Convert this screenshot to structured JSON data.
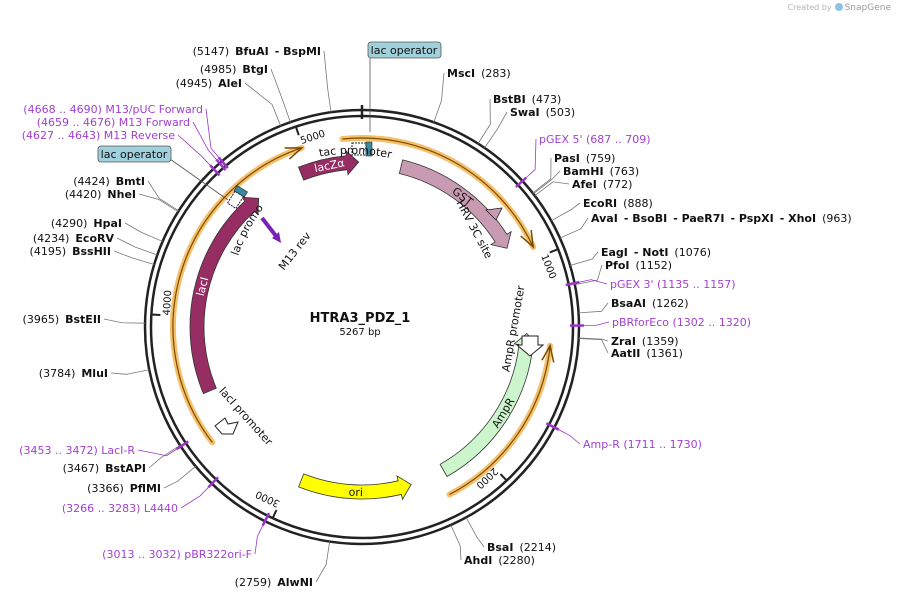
{
  "watermark": {
    "prefix": "Created by",
    "brand": "SnapGene"
  },
  "plasmid": {
    "name": "HTRA3_PDZ_1",
    "size_label": "5267 bp",
    "length": 5267
  },
  "colors": {
    "backbone": "#222222",
    "lacI": "#962e63",
    "lacZa": "#962e63",
    "GST": "#c99bb2",
    "AmpR": "#ccf5cc",
    "ori": "#ffff00",
    "primer": "#9a34c9",
    "primer_label": "#a23fd0",
    "operator": "#9fd0dc",
    "halo": "#f4c06b"
  },
  "ticks": [
    {
      "pos": 1000,
      "label": "1000"
    },
    {
      "pos": 2000,
      "label": "2000"
    },
    {
      "pos": 3000,
      "label": "3000"
    },
    {
      "pos": 4000,
      "label": "4000"
    },
    {
      "pos": 5000,
      "label": "5000"
    }
  ],
  "features": [
    {
      "name": "lacI",
      "start": 3617,
      "end": 4700,
      "dir": "cw",
      "ring": "inner",
      "color": "#962e63",
      "label": "lacI"
    },
    {
      "name": "lacZa",
      "start": 4950,
      "end": 5250,
      "dir": "cw",
      "ring": "inner",
      "color": "#962e63",
      "label": "lacZα"
    },
    {
      "name": "GST",
      "start": 200,
      "end": 900,
      "dir": "cw",
      "ring": "inner",
      "color": "#c99bb2",
      "label": "GST"
    },
    {
      "name": "AmpR",
      "start": 1350,
      "end": 2200,
      "dir": "ccw",
      "ring": "inner",
      "color": "#ccf5cc",
      "label": "AmpR"
    },
    {
      "name": "ori",
      "start": 2380,
      "end": 2950,
      "dir": "ccw",
      "ring": "inner",
      "color": "#ffff00",
      "label": "ori"
    }
  ],
  "orf_arrows": [
    {
      "start": 5180,
      "end": 950,
      "dir": "cw"
    },
    {
      "start": 1400,
      "end": 2230,
      "dir": "ccw"
    },
    {
      "start": 3400,
      "end": 4995,
      "dir": "cw"
    }
  ],
  "labels": {
    "tac_promoter": "tac promoter",
    "lac_promoter": "lac promoter",
    "hrv_site": "HRV 3C site",
    "m13rev": "M13 rev",
    "ampr_promoter": "AmpR promoter",
    "laci_promoter": "lacI promoter",
    "lac_operator_1": "lac operator",
    "lac_operator_2": "lac operator"
  },
  "sites": [
    {
      "id": "mscI",
      "pos": 283,
      "text_parts": [
        {
          "t": "MscI",
          "b": true
        },
        {
          "t": "(283)",
          "b": false
        }
      ]
    },
    {
      "id": "bstBI",
      "pos": 473,
      "text_parts": [
        {
          "t": "BstBI",
          "b": true
        },
        {
          "t": "(473)",
          "b": false
        }
      ]
    },
    {
      "id": "swaI",
      "pos": 503,
      "text_parts": [
        {
          "t": "SwaI",
          "b": true
        },
        {
          "t": "(503)",
          "b": false
        }
      ]
    },
    {
      "id": "pasI",
      "pos": 759,
      "text_parts": [
        {
          "t": "PasI",
          "b": true
        },
        {
          "t": "(759)",
          "b": false
        }
      ]
    },
    {
      "id": "bamHI",
      "pos": 763,
      "text_parts": [
        {
          "t": "BamHI",
          "b": true
        },
        {
          "t": "(763)",
          "b": false
        }
      ]
    },
    {
      "id": "afeI",
      "pos": 772,
      "text_parts": [
        {
          "t": "AfeI",
          "b": true
        },
        {
          "t": "(772)",
          "b": false
        }
      ]
    },
    {
      "id": "ecoRI",
      "pos": 888,
      "text_parts": [
        {
          "t": "EcoRI",
          "b": true
        },
        {
          "t": "(888)",
          "b": false
        }
      ]
    },
    {
      "id": "avaI",
      "pos": 963,
      "text_parts": [
        {
          "t": "AvaI",
          "b": true
        },
        {
          "t": "- BsoBI",
          "b": true
        },
        {
          "t": "- PaeR7I",
          "b": true
        },
        {
          "t": "- PspXI",
          "b": true
        },
        {
          "t": "- XhoI",
          "b": true
        },
        {
          "t": "(963)",
          "b": false
        }
      ]
    },
    {
      "id": "eagI",
      "pos": 1076,
      "text_parts": [
        {
          "t": "EagI",
          "b": true
        },
        {
          "t": "- NotI",
          "b": true
        },
        {
          "t": "(1076)",
          "b": false
        }
      ]
    },
    {
      "id": "pfoI",
      "pos": 1152,
      "text_parts": [
        {
          "t": "PfoI",
          "b": true
        },
        {
          "t": "(1152)",
          "b": false
        }
      ]
    },
    {
      "id": "bsaAI",
      "pos": 1262,
      "text_parts": [
        {
          "t": "BsaAI",
          "b": true
        },
        {
          "t": "(1262)",
          "b": false
        }
      ]
    },
    {
      "id": "zraI",
      "pos": 1359,
      "text_parts": [
        {
          "t": "ZraI",
          "b": true
        },
        {
          "t": "(1359)",
          "b": false
        }
      ]
    },
    {
      "id": "aatII",
      "pos": 1361,
      "text_parts": [
        {
          "t": "AatII",
          "b": true
        },
        {
          "t": "(1361)",
          "b": false
        }
      ]
    },
    {
      "id": "bsaI",
      "pos": 2214,
      "text_parts": [
        {
          "t": "BsaI",
          "b": true
        },
        {
          "t": "(2214)",
          "b": false
        }
      ]
    },
    {
      "id": "ahdI",
      "pos": 2280,
      "text_parts": [
        {
          "t": "AhdI",
          "b": true
        },
        {
          "t": "(2280)",
          "b": false
        }
      ]
    },
    {
      "id": "alwNI",
      "pos": 2759,
      "text_parts": [
        {
          "t": "(2759)",
          "b": false
        },
        {
          "t": "AlwNI",
          "b": true
        }
      ]
    },
    {
      "id": "pflMI",
      "pos": 3366,
      "text_parts": [
        {
          "t": "(3366)",
          "b": false
        },
        {
          "t": "PflMI",
          "b": true
        }
      ]
    },
    {
      "id": "bstAPI",
      "pos": 3467,
      "text_parts": [
        {
          "t": "(3467)",
          "b": false
        },
        {
          "t": "BstAPI",
          "b": true
        }
      ]
    },
    {
      "id": "mluI",
      "pos": 3784,
      "text_parts": [
        {
          "t": "(3784)",
          "b": false
        },
        {
          "t": "MluI",
          "b": true
        }
      ]
    },
    {
      "id": "bstEII",
      "pos": 3965,
      "text_parts": [
        {
          "t": "(3965)",
          "b": false
        },
        {
          "t": "BstEII",
          "b": true
        }
      ]
    },
    {
      "id": "bssHII",
      "pos": 4195,
      "text_parts": [
        {
          "t": "(4195)",
          "b": false
        },
        {
          "t": "BssHII",
          "b": true
        }
      ]
    },
    {
      "id": "ecoRV",
      "pos": 4234,
      "text_parts": [
        {
          "t": "(4234)",
          "b": false
        },
        {
          "t": "EcoRV",
          "b": true
        }
      ]
    },
    {
      "id": "hpaI",
      "pos": 4290,
      "text_parts": [
        {
          "t": "(4290)",
          "b": false
        },
        {
          "t": "HpaI",
          "b": true
        }
      ]
    },
    {
      "id": "nheI",
      "pos": 4420,
      "text_parts": [
        {
          "t": "(4420)",
          "b": false
        },
        {
          "t": "NheI",
          "b": true
        }
      ]
    },
    {
      "id": "bmtI",
      "pos": 4424,
      "text_parts": [
        {
          "t": "(4424)",
          "b": false
        },
        {
          "t": "BmtI",
          "b": true
        }
      ]
    },
    {
      "id": "aleI",
      "pos": 4945,
      "text_parts": [
        {
          "t": "(4945)",
          "b": false
        },
        {
          "t": "AleI",
          "b": true
        }
      ]
    },
    {
      "id": "btgI",
      "pos": 4985,
      "text_parts": [
        {
          "t": "(4985)",
          "b": false
        },
        {
          "t": "BtgI",
          "b": true
        }
      ]
    },
    {
      "id": "bfuAI",
      "pos": 5147,
      "text_parts": [
        {
          "t": "(5147)",
          "b": false
        },
        {
          "t": "BfuAI",
          "b": true
        },
        {
          "t": "- BspMI",
          "b": true
        }
      ]
    }
  ],
  "primers": [
    {
      "id": "pgex5",
      "pos": 698,
      "text": "pGEX 5'    (687 .. 709)"
    },
    {
      "id": "pgex3",
      "pos": 1146,
      "text": "pGEX 3'    (1135 .. 1157)"
    },
    {
      "id": "pbrforeco",
      "pos": 1311,
      "text": "pBRforEco    (1302 .. 1320)"
    },
    {
      "id": "ampr",
      "pos": 1720,
      "text": "Amp-R    (1711 .. 1730)"
    },
    {
      "id": "pbr322ori",
      "pos": 3022,
      "text": "(3013 .. 3032)  pBR322ori-F"
    },
    {
      "id": "l4440",
      "pos": 3274,
      "text": "(3266 .. 3283)  L4440"
    },
    {
      "id": "lacir",
      "pos": 3462,
      "text": "(3453 .. 3472)  LacI-R"
    },
    {
      "id": "m13rev_primer",
      "pos": 4635,
      "text": "(4627 .. 4643)  M13 Reverse"
    },
    {
      "id": "m13fwd",
      "pos": 4667,
      "text": "(4659 .. 4676)  M13 Forward"
    },
    {
      "id": "m13puc",
      "pos": 4679,
      "text": "(4668 .. 4690)  M13/pUC Forward"
    }
  ]
}
